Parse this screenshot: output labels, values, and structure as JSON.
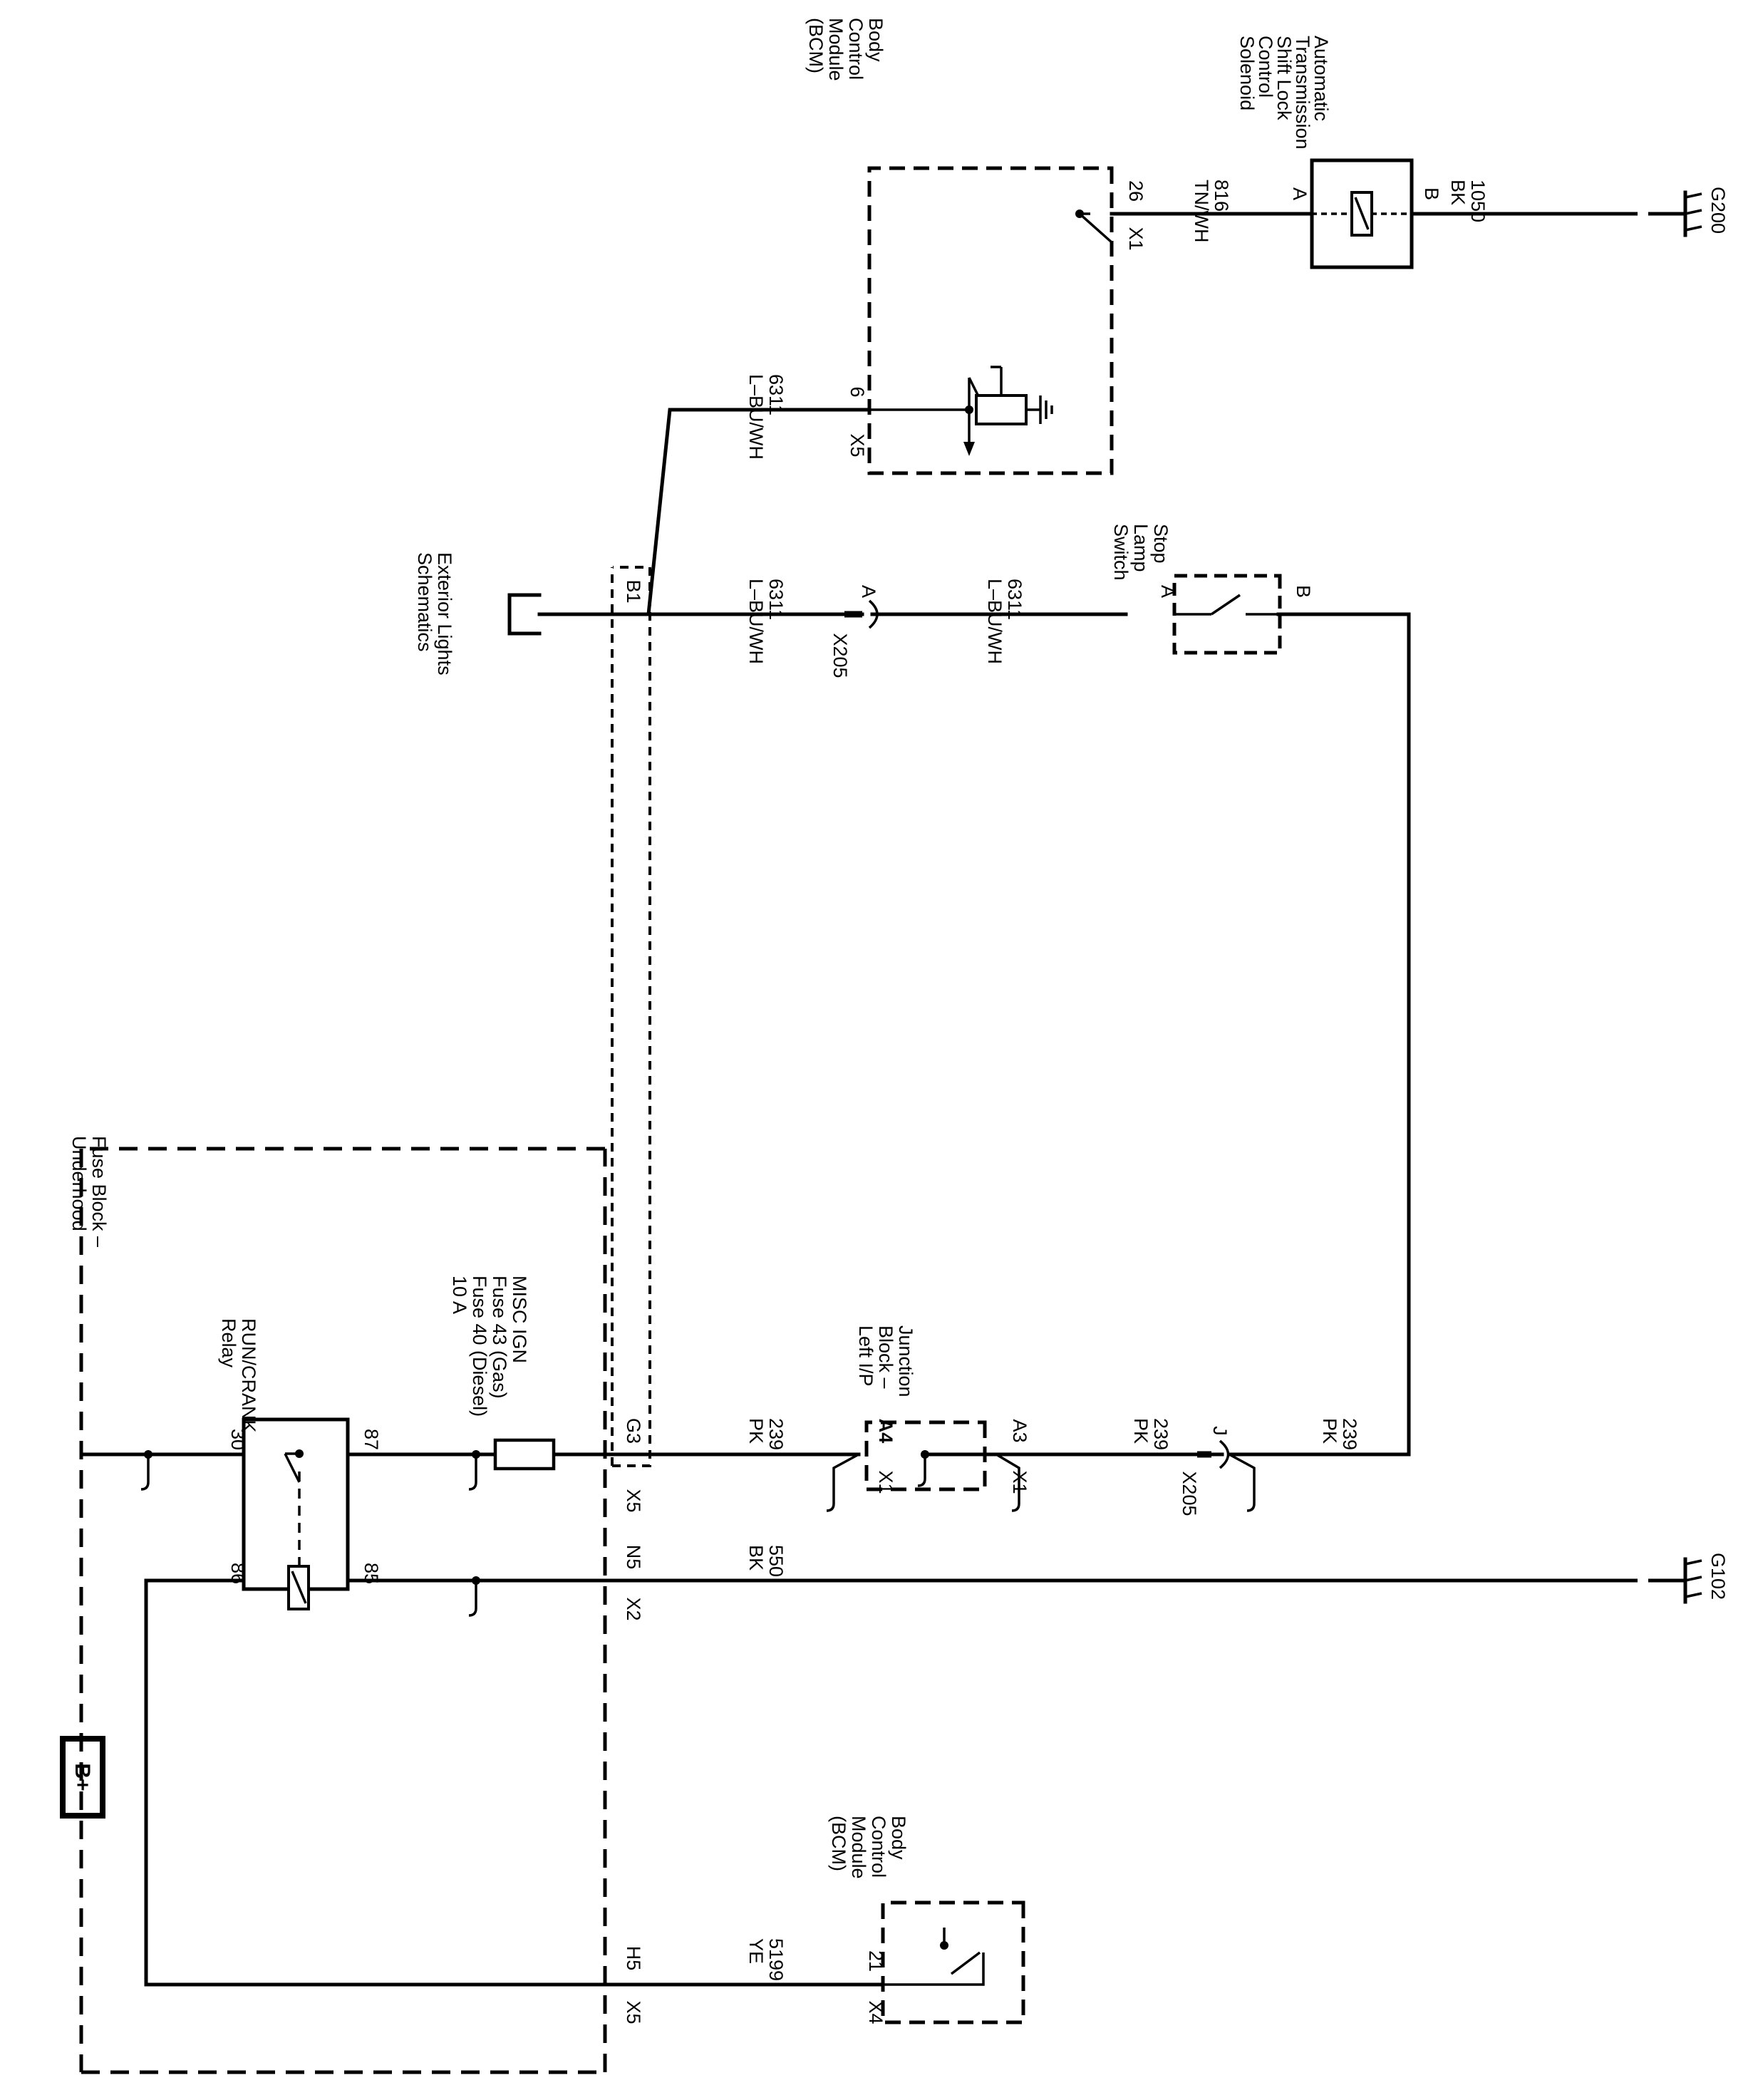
{
  "diagram": {
    "battery": "B+",
    "fuse_block": [
      "Fuse Block –",
      "Underhood"
    ],
    "relay": [
      "RUN/CRANK",
      "Relay"
    ],
    "relay_pins": {
      "p30": "30",
      "p87": "87",
      "p86": "86",
      "p85": "85"
    },
    "fuse": [
      "MISC IGN",
      "Fuse 43 (Gas)",
      "Fuse 40 (Diesel)",
      "10 A"
    ],
    "fuse_block_conn": {
      "x5_top": "X5",
      "g3": "G3",
      "x2": "X2",
      "n5": "N5",
      "x5_bottom": "X5",
      "h5": "H5",
      "b1": "B1"
    },
    "wires": {
      "pk_1": [
        "239",
        "PK"
      ],
      "pk_2": [
        "239",
        "PK"
      ],
      "pk_3": [
        "239",
        "PK"
      ],
      "bk_550": [
        "550",
        "BK"
      ],
      "ye_5199": [
        "5199",
        "YE"
      ],
      "lbu_1": [
        "6311",
        "L–BU/WH"
      ],
      "lbu_2": [
        "6311",
        "L–BU/WH"
      ],
      "lbu_3": [
        "6311",
        "L–BU/WH"
      ],
      "tn_816": [
        "816",
        "TN/WH"
      ],
      "bk_1050": [
        "1050",
        "BK"
      ]
    },
    "junction_block": [
      "Junction",
      "Block –",
      "Left I/P"
    ],
    "junction_pins": {
      "a4": "A4",
      "a3": "A3",
      "x1_left": "X1",
      "x1_right": "X1"
    },
    "x205_lower": {
      "name": "X205",
      "pin": "J"
    },
    "x205_upper": {
      "name": "X205",
      "pin": "A"
    },
    "exterior_lights": [
      "Exterior Lights",
      "Schematics"
    ],
    "stop_lamp": {
      "label": [
        "Stop",
        "Lamp",
        "Switch"
      ],
      "pin_a": "A",
      "pin_b": "B"
    },
    "bcm_top": {
      "label": [
        "Body",
        "Control",
        "Module",
        "(BCM)"
      ],
      "x5": "X5",
      "pin6": "6",
      "x1": "X1",
      "pin26": "26"
    },
    "bcm_bottom": {
      "label": [
        "Body",
        "Control",
        "Module",
        "(BCM)"
      ],
      "x4": "X4",
      "pin21": "21"
    },
    "solenoid": {
      "label": [
        "Automatic",
        "Transmission",
        "Shift Lock",
        "Control",
        "Solenoid"
      ],
      "pin_a": "A",
      "pin_b": "B"
    },
    "grounds": {
      "g200": "G200",
      "g102": "G102"
    }
  }
}
